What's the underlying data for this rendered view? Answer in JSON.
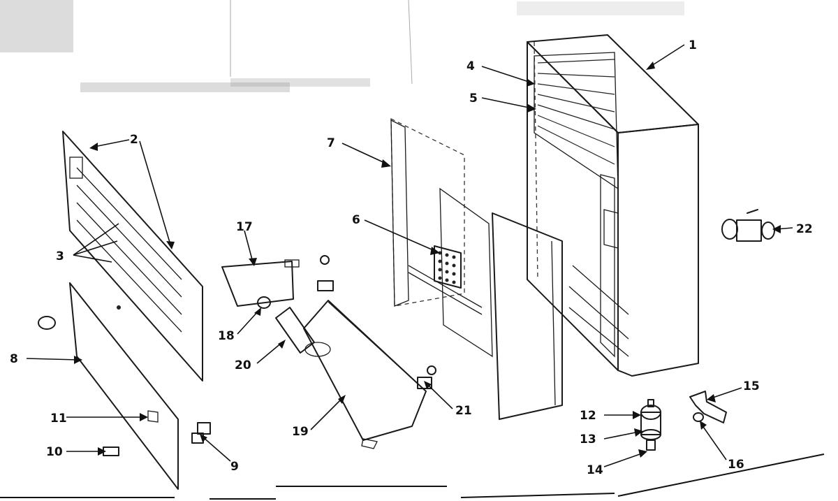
{
  "callouts": {
    "c1": "1",
    "c2": "2",
    "c3": "3",
    "c4": "4",
    "c5": "5",
    "c6": "6",
    "c7": "7",
    "c8": "8",
    "c9": "9",
    "c10": "10",
    "c11": "11",
    "c12": "12",
    "c13": "13",
    "c14": "14",
    "c15": "15",
    "c16": "16",
    "c17": "17",
    "c18": "18",
    "c19": "19",
    "c20": "20",
    "c21": "21",
    "c22": "22"
  },
  "colors": {
    "ink": "#1a1a1a",
    "paper": "#ffffff",
    "smudge": "#9a9a9a"
  }
}
